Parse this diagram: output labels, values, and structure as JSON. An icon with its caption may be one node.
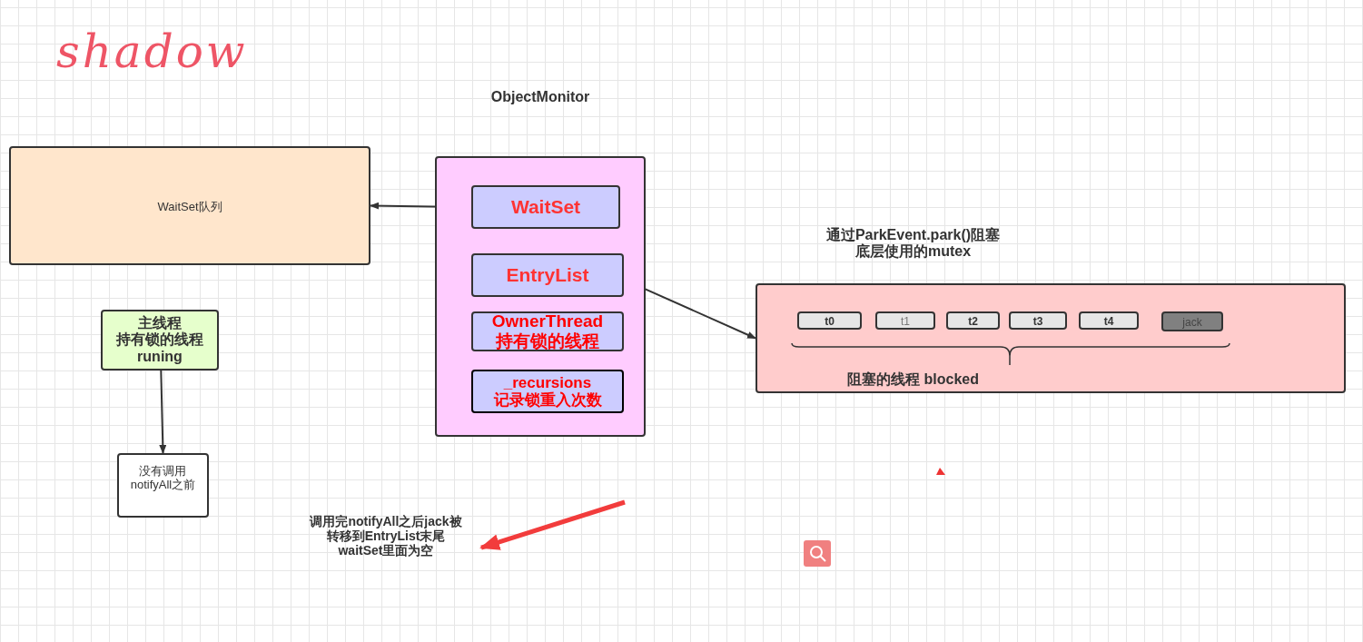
{
  "diagram": {
    "nodes": [
      {
        "text": [
          "WaitSet队列"
        ]
      },
      {
        "text": [
          "ObjectMonitor"
        ]
      },
      {
        "text": [
          "WaitSet"
        ],
        "in": 1
      },
      {
        "text": [
          "EntryList"
        ],
        "in": 1
      },
      {
        "text": [
          "OwnerThread 持有锁的线程"
        ],
        "in": 1
      },
      {
        "text": [
          "_recursions 记录锁重入次数"
        ],
        "in": 1
      },
      {
        "text": [
          "通过ParkEvent.park()阻塞底层使用的mutex",
          "阻塞的线程 blocked"
        ]
      },
      {
        "text": [
          "t0"
        ],
        "in": 6
      },
      {
        "text": [
          "t1"
        ],
        "in": 6
      },
      {
        "text": [
          "t2"
        ],
        "in": 6
      },
      {
        "text": [
          "t3"
        ],
        "in": 6
      },
      {
        "text": [
          "t4"
        ],
        "in": 6
      },
      {
        "text": [
          "jack"
        ],
        "in": 6
      },
      {
        "text": [
          "主线程持有锁的线程runing"
        ]
      },
      {
        "text": [
          "没有调用 notifyAll之前"
        ]
      },
      {
        "text": [
          "调用完notifyAll之后jack被转移到EntryList末尾waitSet里面为空"
        ]
      }
    ],
    "edges": [
      {
        "from": 2,
        "to": 0,
        "arrow": "to"
      },
      {
        "from": 3,
        "to": 6,
        "arrow": "to"
      },
      {
        "from": 13,
        "to": 14,
        "arrow": "to"
      },
      {
        "from": null,
        "to": 15,
        "arrow": "to",
        "style": "thick",
        "color": "#f23c3c"
      }
    ],
    "labels": [
      "shadow"
    ]
  }
}
